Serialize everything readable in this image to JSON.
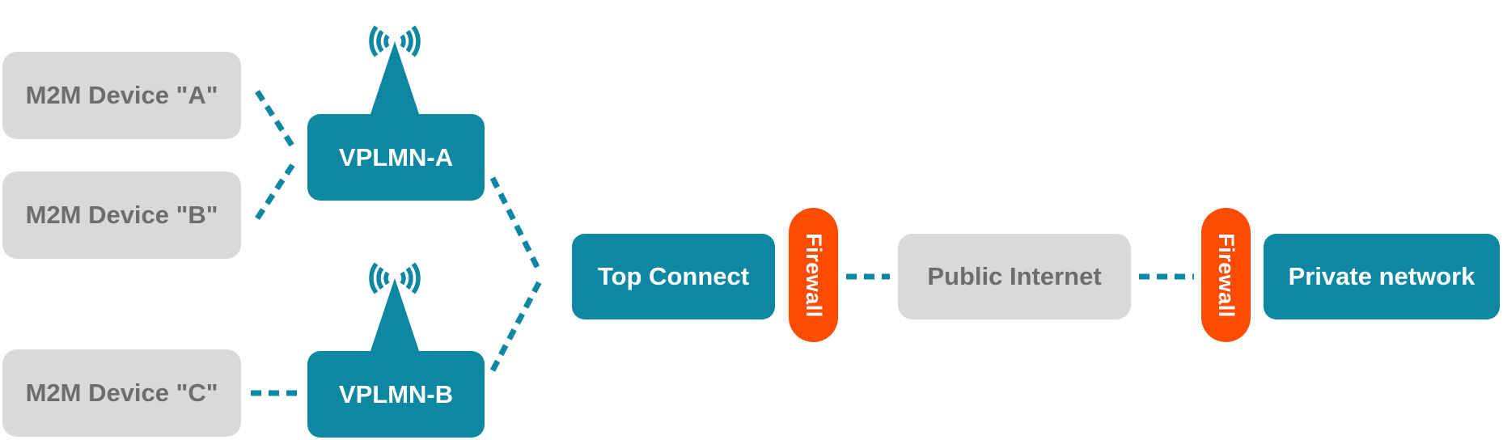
{
  "colors": {
    "teal": "#0d87a2",
    "orange": "#fc4c02",
    "box_gray": "#d9d9d9",
    "text_gray": "#6d6d6d",
    "text_white": "#ffffff"
  },
  "diagram": {
    "devices": [
      {
        "label": "M2M Device \"A\""
      },
      {
        "label": "M2M Device \"B\""
      },
      {
        "label": "M2M Device \"C\""
      }
    ],
    "visited_networks": [
      {
        "label": "VPLMN-A",
        "icon": "antenna-icon"
      },
      {
        "label": "VPLMN-B",
        "icon": "antenna-icon"
      }
    ],
    "core": {
      "label": "Top Connect"
    },
    "firewalls": [
      {
        "label": "Firewall"
      },
      {
        "label": "Firewall"
      }
    ],
    "internet": {
      "label": "Public Internet"
    },
    "private_network": {
      "label": "Private network"
    }
  }
}
